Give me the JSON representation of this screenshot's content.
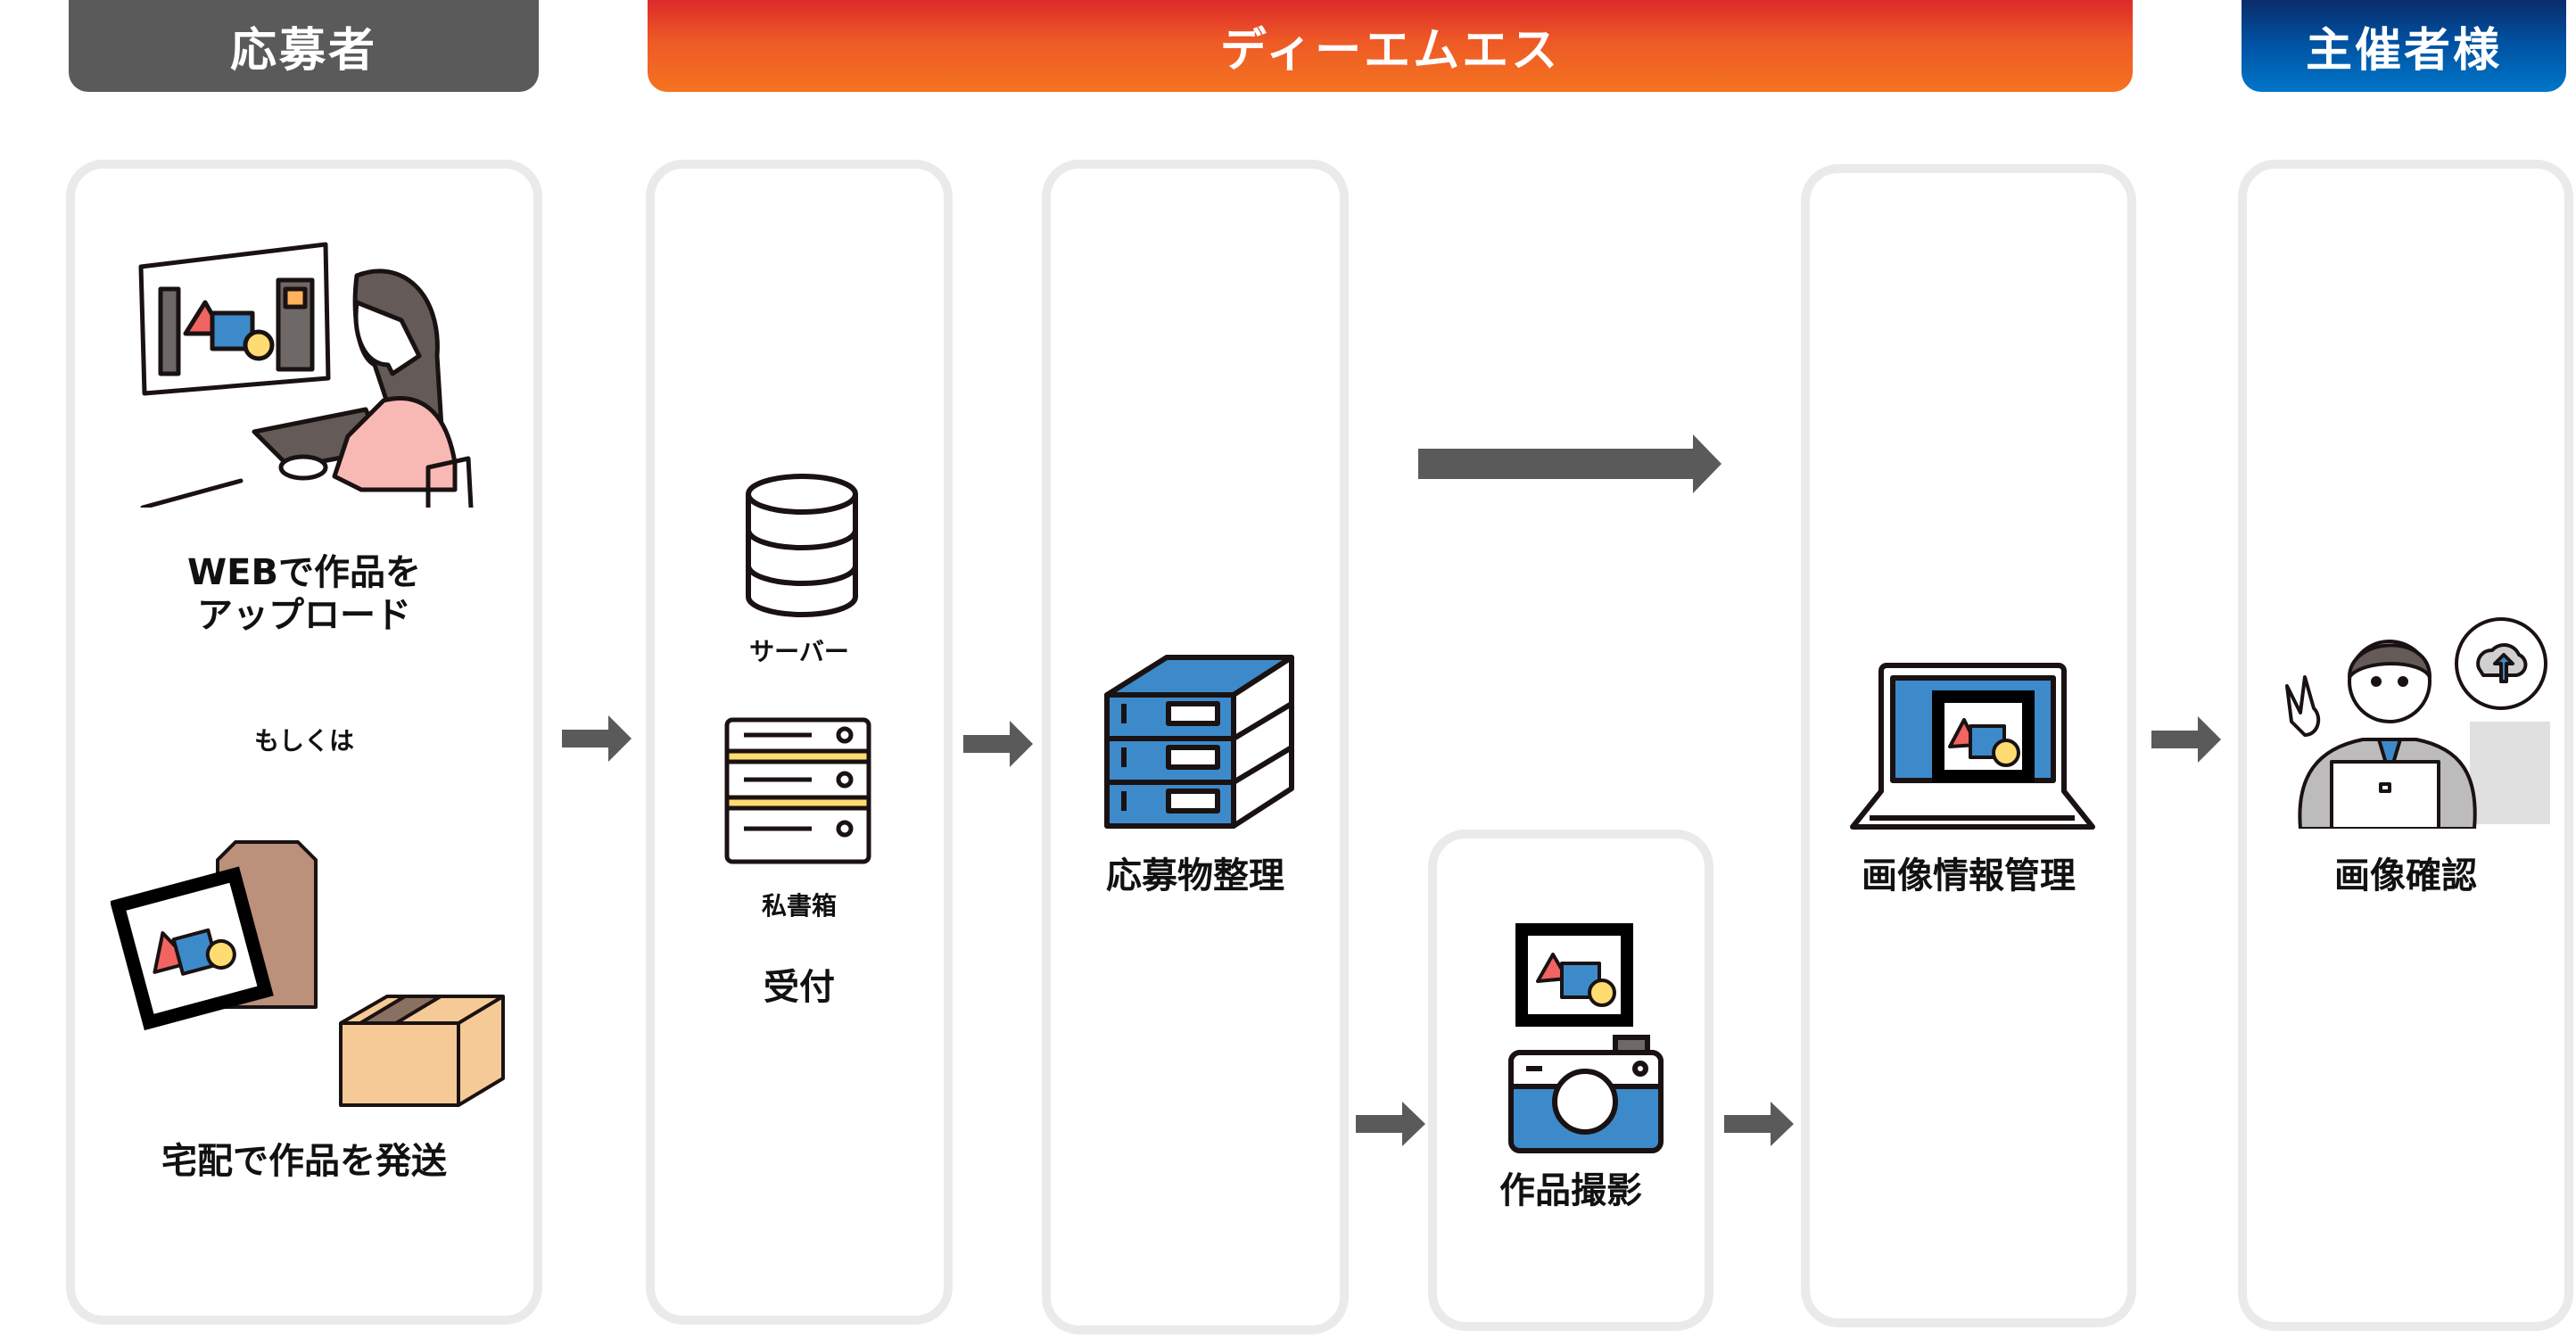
{
  "headers": {
    "applicant": "応募者",
    "dms": "ディーエムエス",
    "organizer": "主催者様"
  },
  "applicant_box": {
    "web_upload_line1": "WEBで作品を",
    "web_upload_line2": "アップロード",
    "or": "もしくは",
    "ship": "宅配で作品を発送"
  },
  "reception_box": {
    "server": "サーバー",
    "po_box": "私書箱",
    "title": "受付"
  },
  "sorting_box": {
    "title": "応募物整理"
  },
  "photo_box": {
    "title": "作品撮影"
  },
  "image_mgmt_box": {
    "title": "画像情報管理"
  },
  "confirm_box": {
    "title": "画像確認"
  },
  "colors": {
    "arrow": "#5a5a5a",
    "box_border": "#eaeaea",
    "blue": "#3d8acb",
    "red": "#f06461",
    "yellow": "#fedc72",
    "pink": "#f8b9b4",
    "hair": "#645a57"
  }
}
